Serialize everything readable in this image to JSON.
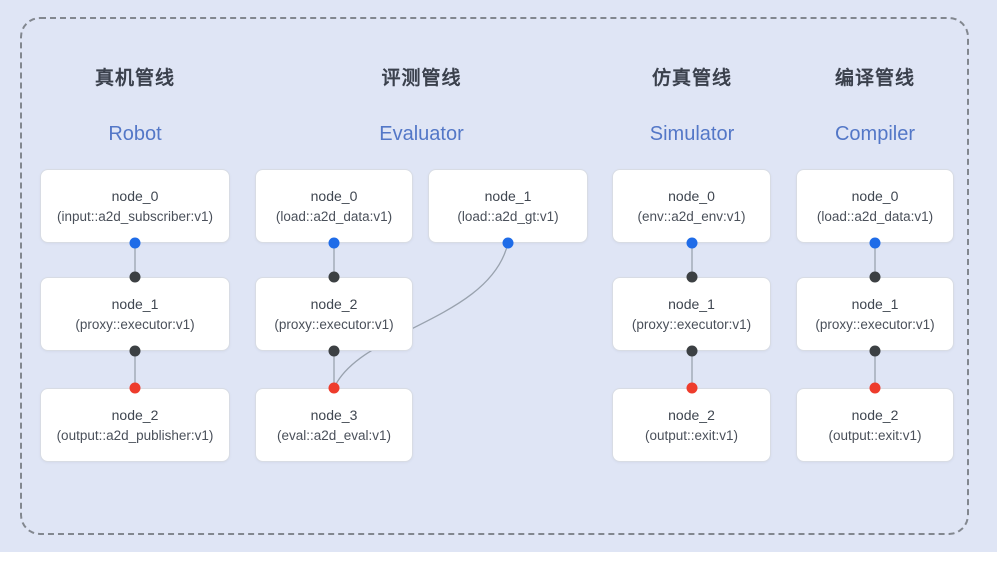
{
  "colors": {
    "background": "#dfe5f5",
    "dashed_border": "#82878f",
    "node_fill": "#ffffff",
    "node_border": "#d8dce4",
    "title_zh": "#3b414d",
    "title_en": "#5377c7",
    "node_text": "#3f4650",
    "node_subtext": "#4a505a",
    "connector": "#99a2ae",
    "port_blue": "#1f6ce8",
    "port_black": "#3c4043",
    "port_red": "#ee3c2c"
  },
  "pipelines": [
    {
      "id": "robot",
      "title_zh": "真机管线",
      "title_en": "Robot",
      "nodes": [
        {
          "name": "node_0",
          "type": "(input::a2d_subscriber:v1)"
        },
        {
          "name": "node_1",
          "type": "(proxy::executor:v1)"
        },
        {
          "name": "node_2",
          "type": "(output::a2d_publisher:v1)"
        }
      ]
    },
    {
      "id": "evaluator",
      "title_zh": "评测管线",
      "title_en": "Evaluator",
      "nodes": [
        {
          "name": "node_0",
          "type": "(load::a2d_data:v1)"
        },
        {
          "name": "node_1",
          "type": "(load::a2d_gt:v1)"
        },
        {
          "name": "node_2",
          "type": "(proxy::executor:v1)"
        },
        {
          "name": "node_3",
          "type": "(eval::a2d_eval:v1)"
        }
      ]
    },
    {
      "id": "simulator",
      "title_zh": "仿真管线",
      "title_en": "Simulator",
      "nodes": [
        {
          "name": "node_0",
          "type": "(env::a2d_env:v1)"
        },
        {
          "name": "node_1",
          "type": "(proxy::executor:v1)"
        },
        {
          "name": "node_2",
          "type": "(output::exit:v1)"
        }
      ]
    },
    {
      "id": "compiler",
      "title_zh": "编译管线",
      "title_en": "Compiler",
      "nodes": [
        {
          "name": "node_0",
          "type": "(load::a2d_data:v1)"
        },
        {
          "name": "node_1",
          "type": "(proxy::executor:v1)"
        },
        {
          "name": "node_2",
          "type": "(output::exit:v1)"
        }
      ]
    }
  ]
}
